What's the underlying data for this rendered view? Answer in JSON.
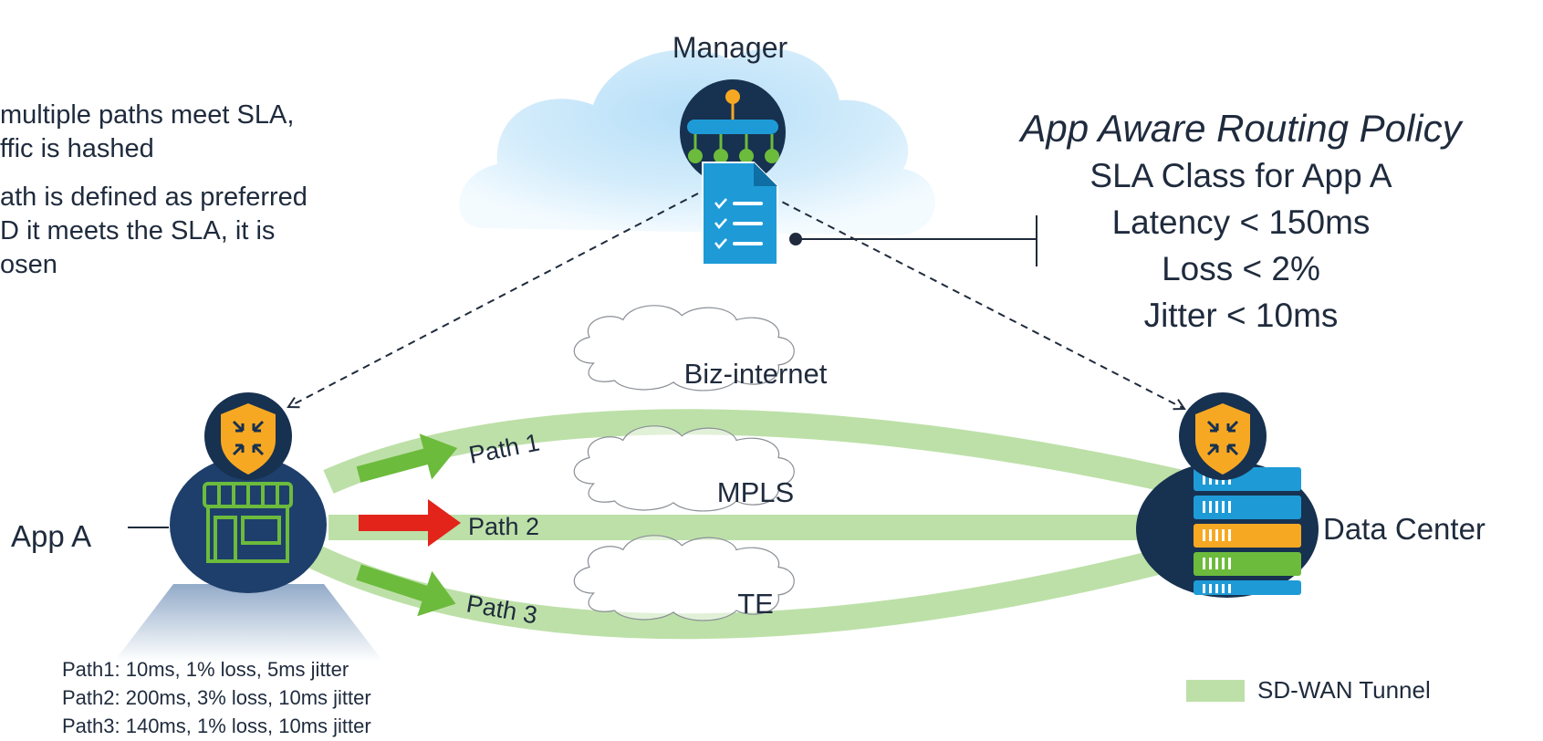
{
  "bullets": {
    "first": [
      "multiple paths meet SLA,",
      "ffic is hashed"
    ],
    "second": [
      "ath is defined as preferred",
      "D it meets the SLA, it is",
      "osen"
    ]
  },
  "manager": {
    "label": "Manager"
  },
  "policy": {
    "title": "App Aware Routing Policy",
    "lines": [
      "SLA Class for App A",
      "Latency < 150ms",
      "Loss < 2%",
      "Jitter < 10ms"
    ]
  },
  "branch": {
    "app_label": "App A"
  },
  "datacenter": {
    "label": "Data Center"
  },
  "transports": [
    "Biz-internet",
    "MPLS",
    "TE"
  ],
  "paths": [
    {
      "label": "Path 1",
      "arrow_color": "#6cbb3c"
    },
    {
      "label": "Path 2",
      "arrow_color": "#e3241b"
    },
    {
      "label": "Path 3",
      "arrow_color": "#6cbb3c"
    }
  ],
  "path_stats": [
    "Path1: 10ms, 1% loss, 5ms jitter",
    "Path2: 200ms, 3% loss, 10ms jitter",
    "Path3: 140ms, 1% loss, 10ms jitter"
  ],
  "legend": {
    "label": "SD-WAN Tunnel",
    "color": "#bde0a8"
  },
  "colors": {
    "tunnel": "#bde0a8",
    "navy": "#1e3f6b",
    "dark_navy": "#173150",
    "orange": "#f7a823",
    "green": "#6cbb3c",
    "blue": "#1e9bd7",
    "cloud": "#cfeafb"
  }
}
